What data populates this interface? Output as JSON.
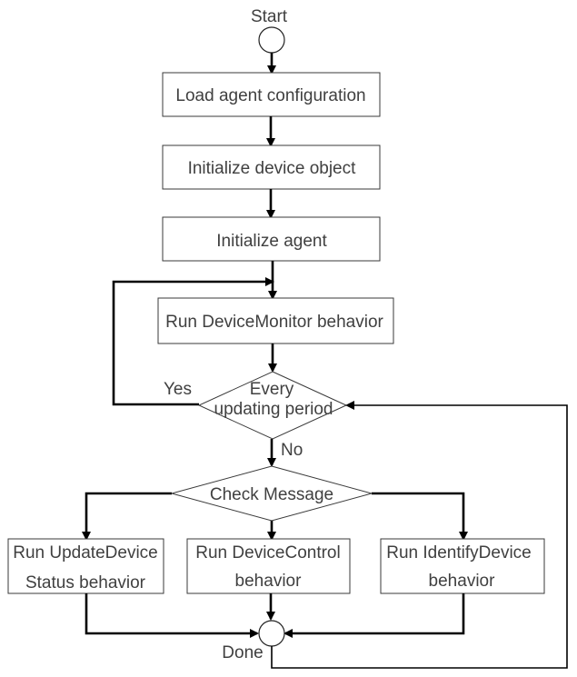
{
  "start_label": "Start",
  "done_label": "Done",
  "steps": {
    "load_config": "Load agent configuration",
    "init_device": "Initialize device object",
    "init_agent": "Initialize agent",
    "device_monitor": "Run DeviceMonitor behavior"
  },
  "decision_period": {
    "line1": "Every",
    "line2": "updating period",
    "yes_label": "Yes",
    "no_label": "No"
  },
  "decision_message": {
    "label": "Check Message"
  },
  "branches": {
    "update_status": {
      "line1": "Run UpdateDevice",
      "line2": "Status behavior"
    },
    "device_control": {
      "line1": "Run DeviceControl",
      "line2": "behavior"
    },
    "identify_device": {
      "line1": "Run IdentifyDevice",
      "line2": "behavior"
    }
  }
}
